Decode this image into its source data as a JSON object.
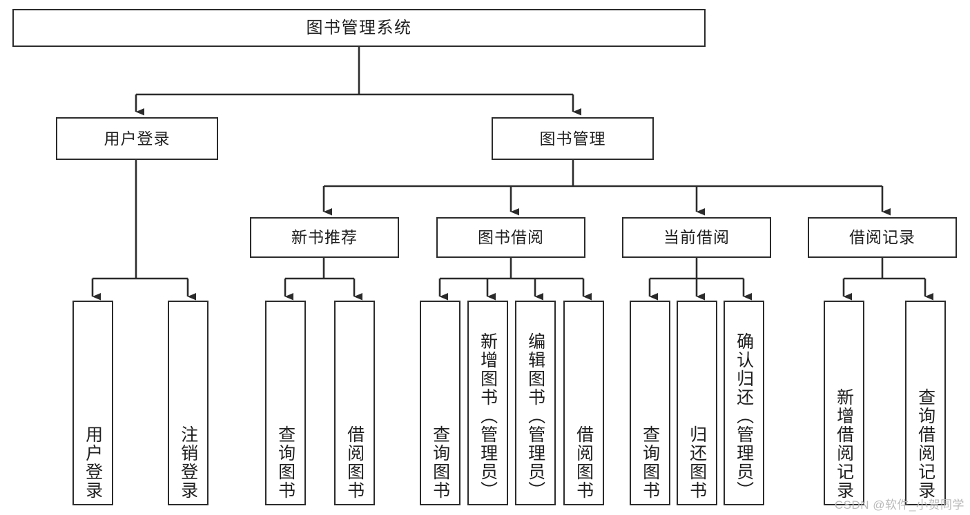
{
  "diagram": {
    "title": "图书管理系统",
    "watermark": "CSDN @软件_小贺同学",
    "root": {
      "label": "图书管理系统"
    },
    "level2": [
      {
        "label": "用户登录"
      },
      {
        "label": "图书管理"
      }
    ],
    "level3": [
      {
        "label": "新书推荐"
      },
      {
        "label": "图书借阅"
      },
      {
        "label": "当前借阅"
      },
      {
        "label": "借阅记录"
      }
    ],
    "leaves": {
      "user_login": [
        {
          "label": "用户登录"
        },
        {
          "label": "注销登录"
        }
      ],
      "new_book": [
        {
          "label": "查询图书"
        },
        {
          "label": "借阅图书"
        }
      ],
      "borrow": [
        {
          "label": "查询图书"
        },
        {
          "label": "新增图书（管理员）"
        },
        {
          "label": "编辑图书（管理员）"
        },
        {
          "label": "借阅图书"
        }
      ],
      "current": [
        {
          "label": "查询图书"
        },
        {
          "label": "归还图书"
        },
        {
          "label": "确认归还（管理员）"
        }
      ],
      "records": [
        {
          "label": "新增借阅记录"
        },
        {
          "label": "查询借阅记录"
        }
      ]
    }
  }
}
